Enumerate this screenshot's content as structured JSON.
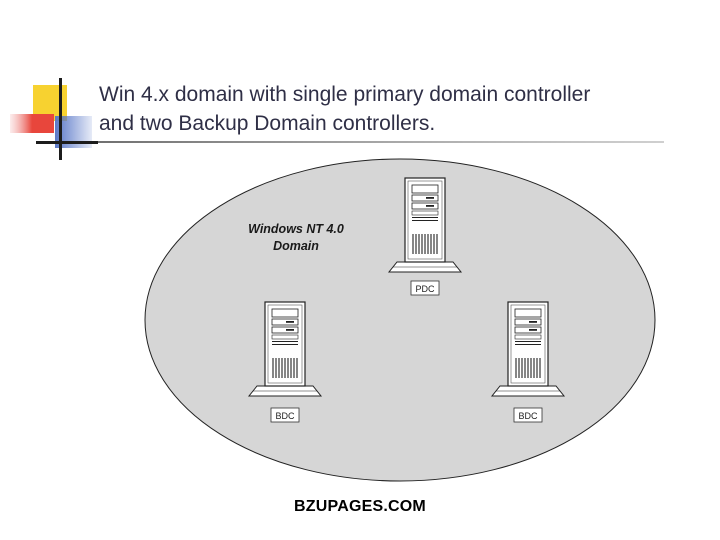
{
  "slide": {
    "title_line1": "Win 4.x domain with single primary domain controller",
    "title_line2": "and two Backup Domain controllers.",
    "footer": "BZUPAGES.COM"
  },
  "diagram": {
    "domain_label_line1": "Windows NT 4.0",
    "domain_label_line2": "Domain",
    "ellipse_fill": "#d6d6d6",
    "servers": [
      {
        "role": "PDC",
        "label": "PDC"
      },
      {
        "role": "BDC",
        "label": "BDC"
      },
      {
        "role": "BDC",
        "label": "BDC"
      }
    ]
  },
  "colors": {
    "accent_yellow": "#f7d230",
    "accent_red": "#e8463c",
    "accent_blue": "#5a78c8",
    "title_rule": "#8a8a8a"
  }
}
